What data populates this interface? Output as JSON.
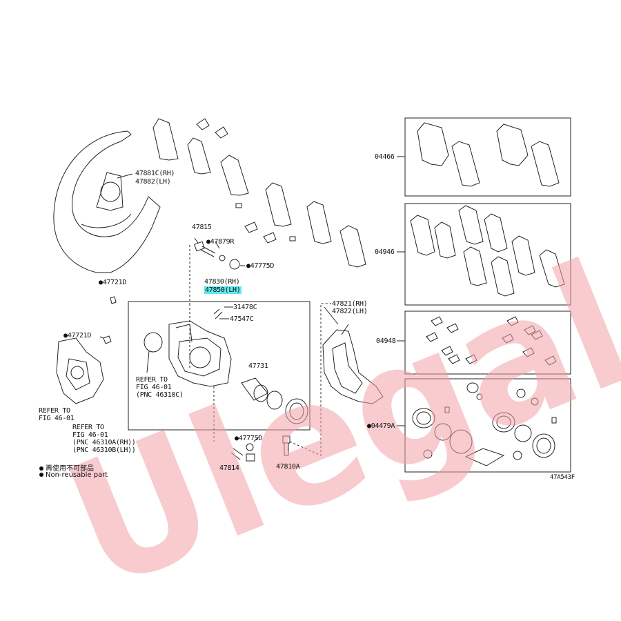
{
  "labels": {
    "p47881c": "47881C(RH)",
    "p47882": "47882(LH)",
    "p47815": "47815",
    "p47879r": "●47879R",
    "p47775d_top": "●47775D",
    "p47721d_top": "●47721D",
    "p47721d_mid": "●47721D",
    "p47830": "47830(RH)",
    "p47850": "47850(LH)",
    "p31478c": "31478C",
    "p47547c": "47547C",
    "p47731": "47731",
    "p47821": "47821(RH)",
    "p47822": "47822(LH)",
    "p47775d_bot": "●47775D",
    "p47814": "47814",
    "p47810a": "47810A",
    "p04466": "04466",
    "p04946": "04946",
    "p04948": "04948",
    "p04479a": "●04479A",
    "ref_a_1": "REFER TO",
    "ref_a_2": "FIG 46-01",
    "ref_a_3": "(PNC 46310C)",
    "ref_b_1": "REFER TO",
    "ref_b_2": "FIG 46-01",
    "ref_c_1": "REFER TO",
    "ref_c_2": "FIG 46-01",
    "ref_c_3": "(PNC 46310A(RH))",
    "ref_c_4": "(PNC 46310B(LH))",
    "figure_code": "47A543F"
  },
  "legend": {
    "japanese": "再使用不可部品",
    "english": "Non-reusable part"
  },
  "watermark": "Ulegal",
  "colors": {
    "line": "#222222",
    "watermark": "#f2a0a8",
    "highlight": "#5fe6ee"
  }
}
